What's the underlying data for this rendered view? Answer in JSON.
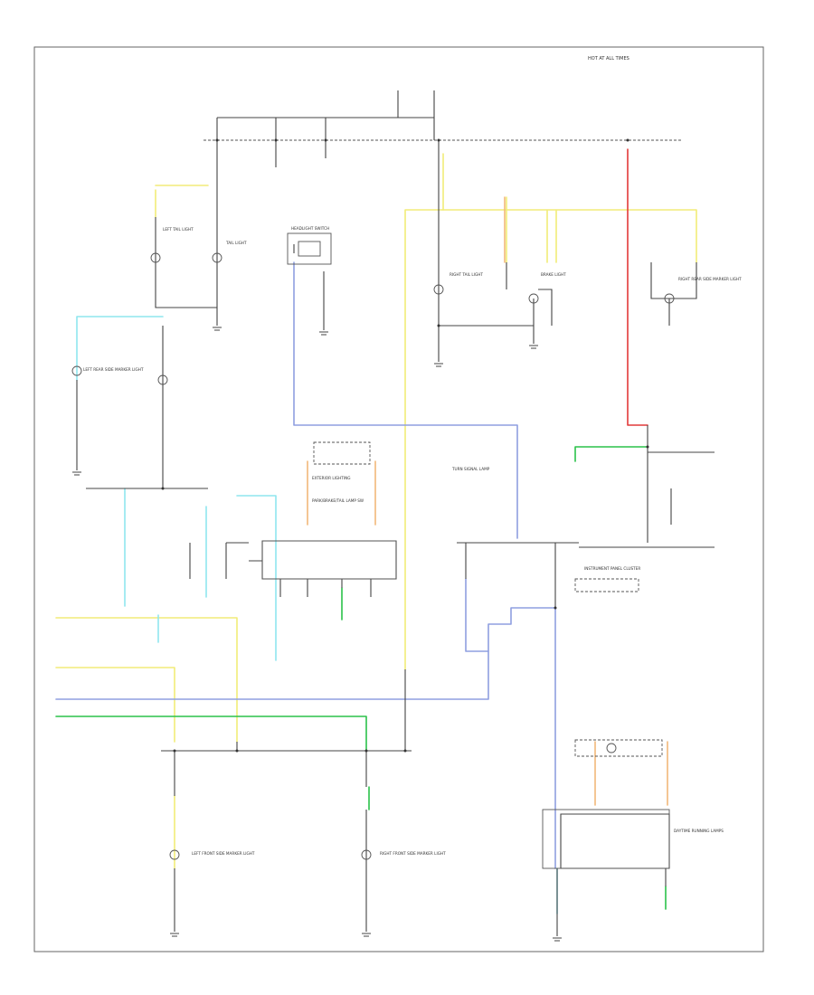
{
  "fuse_block_label": "HOT AT ALL TIMES",
  "bottom_code": "",
  "connector_labels": [
    "LEFT TAIL LIGHT",
    "TAIL LIGHT",
    "RIGHT TAIL LIGHT",
    "BRAKE LIGHT",
    "LEFT FRONT SIDE MARKER LIGHT",
    "RIGHT FRONT SIDE MARKER LIGHT",
    "LEFT REAR SIDE MARKER LIGHT",
    "RIGHT REAR SIDE MARKER LIGHT",
    "INSTRUMENT PANEL CLUSTER",
    "HEADLIGHT SWITCH",
    "PARK/BRAKE/TAIL LAMP SW",
    "EXTERIOR LIGHTING",
    "DAYTIME RUNNING LAMPS",
    "TURN SIGNAL LAMP"
  ],
  "colors": {
    "yellow": "#f2ec78",
    "orange": "#f2b87a",
    "blue": "#8f9fe0",
    "cyan": "#8fe6ee",
    "green": "#2bc24a",
    "red": "#e23a3a",
    "wire": "#444444"
  }
}
